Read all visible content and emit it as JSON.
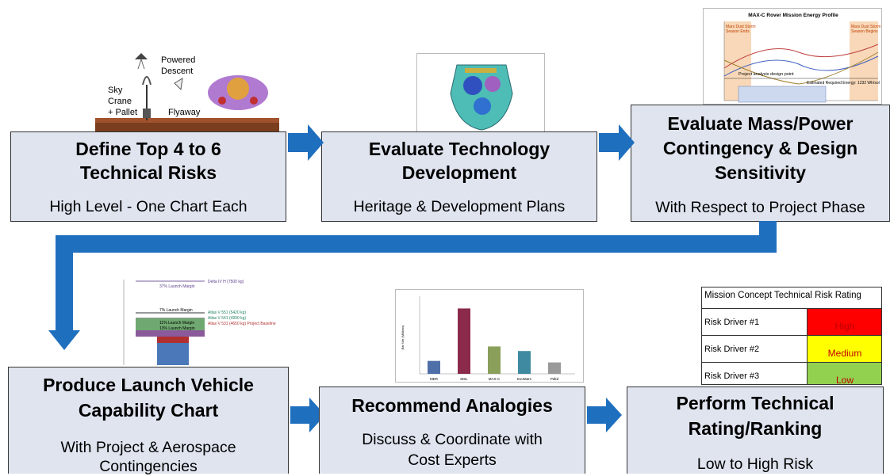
{
  "steps": [
    {
      "title_line1": "Define Top 4 to 6",
      "title_line2": "Technical Risks",
      "subtitle": "High Level - One Chart Each"
    },
    {
      "title_line1": "Evaluate Technology",
      "title_line2": "Development",
      "subtitle": "Heritage & Development Plans"
    },
    {
      "title_line1": "Evaluate Mass/Power",
      "title_line2": "Contingency & Design",
      "title_line3": "Sensitivity",
      "subtitle": "With Respect to Project Phase"
    },
    {
      "title_line1": "Produce Launch Vehicle",
      "title_line2": "Capability Chart",
      "subtitle_line1": "With Project & Aerospace",
      "subtitle_line2": "Contingencies"
    },
    {
      "title_line1": "Recommend Analogies",
      "subtitle_line1": "Discuss & Coordinate with",
      "subtitle_line2": "Cost Experts"
    },
    {
      "title_line1": "Perform Technical",
      "title_line2": "Rating/Ranking",
      "subtitle": "Low to High Risk"
    }
  ],
  "edl_image": {
    "label_powered": "Powered",
    "label_descent": "Descent",
    "label_sky": "Sky",
    "label_crane": "Crane",
    "label_pallet": "+ Pallet",
    "label_flyaway": "Flyaway"
  },
  "energy_chart": {
    "title": "MAX-C Rover Mission Energy Profile",
    "left_note1": "Mars Dust Storm",
    "left_note2": "Season Ends",
    "right_note1": "Mars Dust Storm",
    "right_note2": "Season Begins",
    "annotation": "Project analysis design point",
    "required": "Estimated Required Energy: 1232 Wh/sol"
  },
  "launch_chart": {
    "m1": "37% Launch Margin",
    "m2": "7% Launch Margin",
    "m3": "11% Launch Margin",
    "m4": "13% Launch Margin",
    "v1": "Delta IV H (7500 kg)",
    "v2": "Atlas V 551 (5420 kg)",
    "v3": "Atlas V 541 (4990 kg)",
    "v4": "Atlas V 531 (4650 kg)  Project Baseline"
  },
  "bar_chart": {
    "categories": [
      "MER",
      "MSL",
      "MAX-C",
      "ExoMars",
      "Pdkd"
    ],
    "values": [
      170,
      860,
      360,
      300,
      150
    ],
    "colors": [
      "#4f6fa8",
      "#8b2a4a",
      "#8aa05a",
      "#3f8aa0",
      "#999999"
    ],
    "ylabel": "Bar Nbr (Millions)"
  },
  "risk_table": {
    "header": "Mission Concept Technical Risk Rating",
    "rows": [
      {
        "driver": "Risk Driver #1",
        "rating": "High",
        "color": "#ff0000"
      },
      {
        "driver": "Risk Driver #2",
        "rating": "Medium",
        "color": "#ffff00"
      },
      {
        "driver": "Risk Driver #3",
        "rating": "Low",
        "color": "#92d050"
      }
    ]
  }
}
